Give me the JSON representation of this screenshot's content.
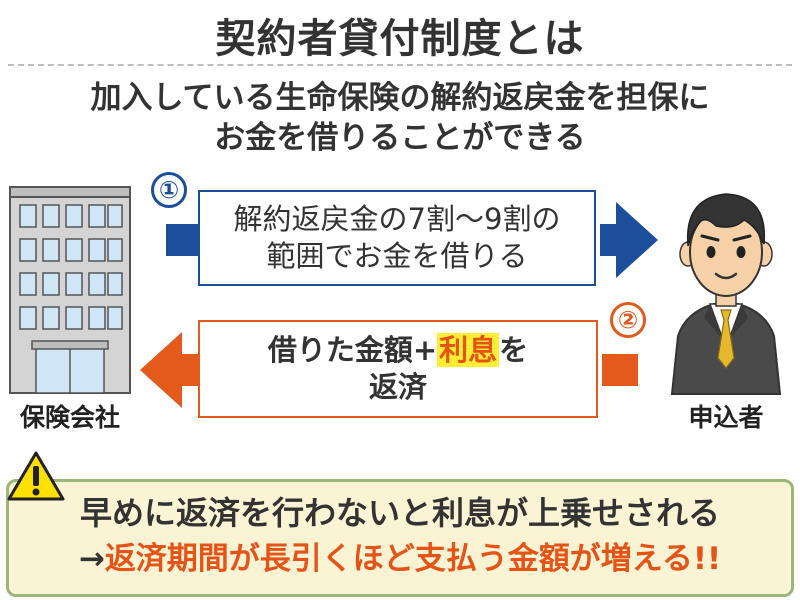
{
  "header": {
    "title": "契約者貸付制度とは",
    "subtitle_line1": "加入している生命保険の解約返戻金を担保に",
    "subtitle_line2": "お金を借りることができる"
  },
  "step1": {
    "number": "①",
    "line1": "解約返戻金の7割～9割の",
    "line2": "範囲でお金を借りる"
  },
  "step2": {
    "number": "②",
    "line1_before": "借りた金額+",
    "line1_highlight": "利息",
    "line1_after": "を",
    "line2": "返済"
  },
  "actors": {
    "insurer_label": "保険会社",
    "applicant_label": "申込者"
  },
  "warning": {
    "line1": "早めに返済を行わないと利息が上乗せされる",
    "arrow": "→",
    "line2": "返済期間が長引くほど支払う金額が増える!!"
  },
  "colors": {
    "blue": "#1b4f9c",
    "orange": "#e35a1c",
    "highlight": "#ffee33",
    "warning_bg": "#fbf4d4",
    "warning_border": "#9ab77a"
  }
}
